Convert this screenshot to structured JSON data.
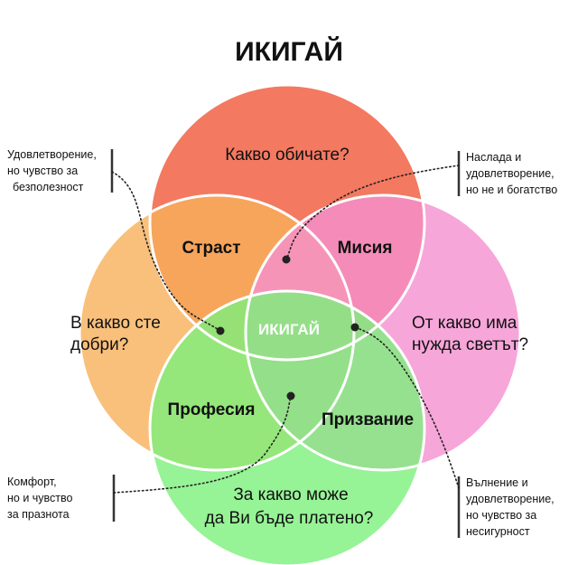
{
  "title": "ИКИГАЙ",
  "circles": {
    "top": {
      "lines": [
        "Какво обичате?"
      ],
      "color": "#f26a50"
    },
    "left": {
      "lines": [
        "В какво сте",
        "добри?"
      ],
      "color": "#f8b05a"
    },
    "right": {
      "lines": [
        "От какво има",
        "нужда светът?"
      ],
      "color": "#f590d0"
    },
    "bottom": {
      "lines": [
        "За какво може",
        "да Ви бъде платено?"
      ],
      "color": "#7cf07c"
    }
  },
  "overlaps": {
    "passion": "Страст",
    "mission": "Мисия",
    "profession": "Професия",
    "vocation": "Призвание",
    "center": "ИКИГАЙ"
  },
  "notes": {
    "top_left": [
      "Удовлетворение,",
      "но чувство за",
      "безполезност"
    ],
    "top_right": [
      "Наслада и",
      "удовлетворение,",
      "но не и богатство"
    ],
    "bottom_left": [
      "Комфорт,",
      "но и чувство",
      "за празнота"
    ],
    "bottom_right": [
      "Вълнение и",
      "удовлетворение,",
      "но чувство за",
      "несигурност"
    ]
  }
}
